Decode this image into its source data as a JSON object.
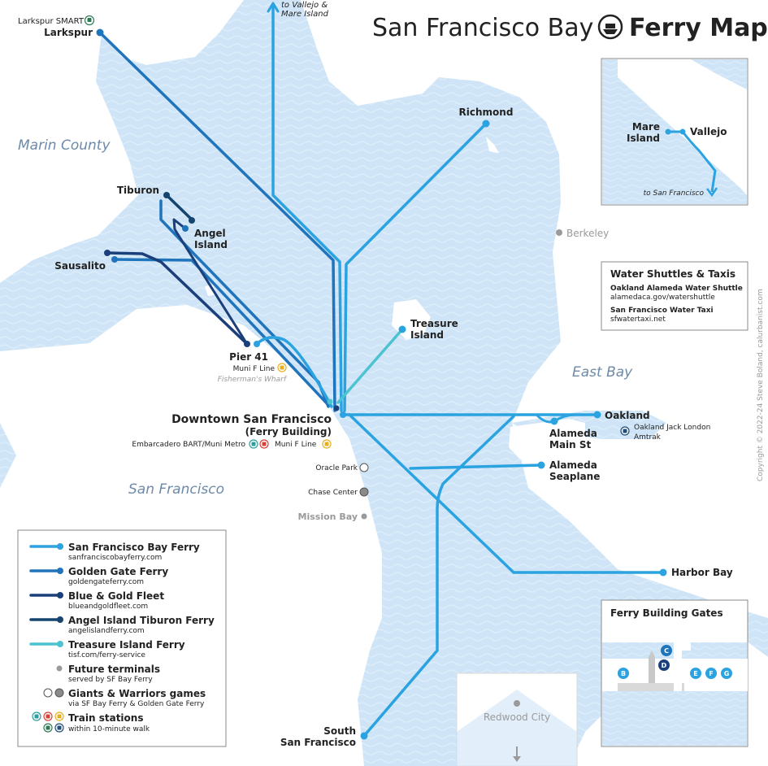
{
  "title": {
    "part1": "San Francisco Bay",
    "part2": "Ferry Map"
  },
  "regions": {
    "marin": "Marin County",
    "san_francisco": "San Francisco",
    "east_bay": "East Bay"
  },
  "terminals": {
    "larkspur_smart": "Larkspur SMART",
    "larkspur": "Larkspur",
    "vallejo_arrow_1": "to Vallejo &",
    "vallejo_arrow_2": "Mare Island",
    "richmond": "Richmond",
    "tiburon": "Tiburon",
    "angel_island_1": "Angel",
    "angel_island_2": "Island",
    "sausalito": "Sausalito",
    "berkeley": "Berkeley",
    "treasure_island_1": "Treasure",
    "treasure_island_2": "Island",
    "pier41": "Pier 41",
    "pier41_sub": "Muni F Line",
    "fishermans_wharf": "Fisherman's Wharf",
    "downtown_sf": "Downtown San Francisco",
    "ferry_building": "(Ferry Building)",
    "downtown_transit": "Embarcadero BART/Muni Metro",
    "downtown_transit_2": "Muni F Line",
    "oakland": "Oakland",
    "oakland_amtrak_1": "Oakland Jack London",
    "oakland_amtrak_2": "Amtrak",
    "alameda_main_1": "Alameda",
    "alameda_main_2": "Main St",
    "alameda_seaplane_1": "Alameda",
    "alameda_seaplane_2": "Seaplane",
    "oracle_park": "Oracle Park",
    "chase_center": "Chase Center",
    "mission_bay": "Mission Bay",
    "harbor_bay": "Harbor Bay",
    "south_sf_1": "South",
    "south_sf_2": "San Francisco",
    "redwood_city": "Redwood City"
  },
  "inset_vallejo": {
    "mare_1": "Mare",
    "mare_2": "Island",
    "vallejo": "Vallejo",
    "to_sf": "to San Francisco"
  },
  "shuttles": {
    "title": "Water Shuttles & Taxis",
    "item1_name": "Oakland Alameda Water Shuttle",
    "item1_url": "alamedaca.gov/watershuttle",
    "item2_name": "San Francisco Water Taxi",
    "item2_url": "sfwatertaxi.net"
  },
  "gates": {
    "title": "Ferry Building Gates",
    "labels": [
      "B",
      "C",
      "D",
      "E",
      "F",
      "G"
    ]
  },
  "legend": {
    "items": [
      {
        "name": "San Francisco Bay Ferry",
        "sub": "sanfranciscobayferry.com",
        "color": "#2aa3e0"
      },
      {
        "name": "Golden Gate Ferry",
        "sub": "goldengateferry.com",
        "color": "#1f74bb"
      },
      {
        "name": "Blue & Gold Fleet",
        "sub": "blueandgoldfleet.com",
        "color": "#1b3f7a"
      },
      {
        "name": "Angel Island Tiburon Ferry",
        "sub": "angelislandferry.com",
        "color": "#15456e"
      },
      {
        "name": "Treasure Island Ferry",
        "sub": "tisf.com/ferry-service",
        "color": "#4cc3d0"
      }
    ],
    "future_name": "Future terminals",
    "future_sub": "served by SF Bay Ferry",
    "games_name": "Giants & Warriors games",
    "games_sub": "via SF Bay Ferry & Golden Gate Ferry",
    "train_name": "Train stations",
    "train_sub": "within 10-minute walk"
  },
  "copyright": "Copyright © 2022-24 Steve Boland, calurbanist.com",
  "colors": {
    "water": "#cfe5f7",
    "sf_bay_ferry": "#2aa3e0",
    "golden_gate": "#1f74bb",
    "blue_gold": "#1b3f7a",
    "angel_island": "#15456e",
    "treasure_island": "#4cc3d0",
    "muni": "#e8b021",
    "bart": "#2d9e9e",
    "metro": "#d9413a"
  }
}
